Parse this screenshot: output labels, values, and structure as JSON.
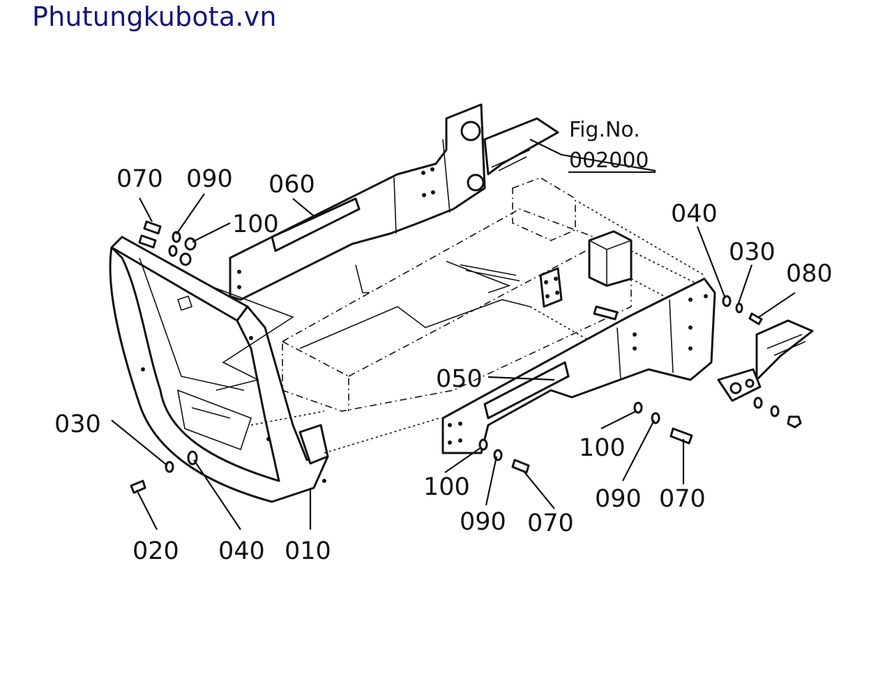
{
  "header": {
    "brand": "Phutungkubota.vn"
  },
  "figure_ref": {
    "line1": "Fig.No.",
    "line2": "002000"
  },
  "colors": {
    "brand": "#14147a",
    "ink": "#111111",
    "background": "#ffffff"
  },
  "labels": {
    "top_070": "070",
    "top_090": "090",
    "top_100": "100",
    "top_060": "060",
    "right_040": "040",
    "right_030": "030",
    "right_080": "080",
    "mid_050": "050",
    "left_030": "030",
    "bottom_020": "020",
    "bottom_040": "040",
    "bottom_010": "010",
    "center_100": "100",
    "center_090": "090",
    "center_070": "070",
    "right_100": "100",
    "right_090": "090",
    "right_070": "070"
  }
}
